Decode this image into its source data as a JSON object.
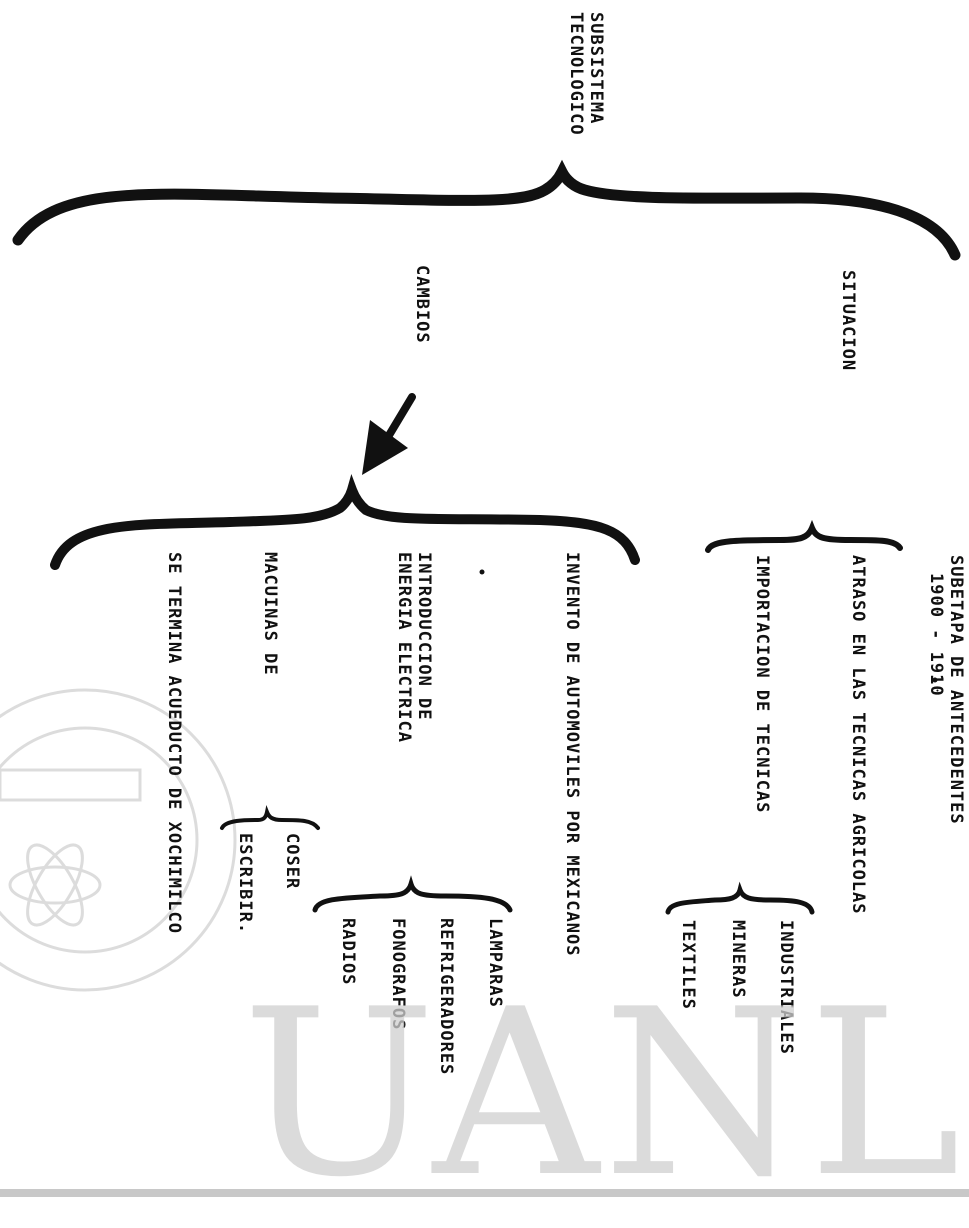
{
  "root": {
    "line1": "SUBSISTEMA",
    "line2": "TECNOLOGICO"
  },
  "situacion": {
    "label": "SITUACION",
    "subtitle_line1": "SUBETAPA DE ANTECEDENTES",
    "subtitle_line2": "1900 - 1910",
    "items": [
      "ATRASO EN LAS TECNICAS AGRICOLAS",
      "IMPORTACION DE TECNICAS"
    ],
    "sub_items": [
      "INDUSTRIALES",
      "MINERAS",
      "TEXTILES"
    ]
  },
  "cambios": {
    "label": "CAMBIOS",
    "items": {
      "automoviles": "INVENTO DE AUTOMOVILES POR MEXICANOS",
      "energia_line1": "INTRODUCCION DE",
      "energia_line2": "ENERGIA ELECTRICA",
      "maquinas": "MACUINAS DE",
      "acueducto": "SE TERMINA ACUEDUCTO DE XOCHIMILCO"
    },
    "energia_sub_items": [
      "LAMPARAS",
      "REFRIGERADORES",
      "FONOGRAFOS",
      "RADIOS"
    ],
    "maquinas_sub_items": [
      "COSER",
      "ESCRIBIR."
    ]
  },
  "watermark": {
    "text": "UANL"
  },
  "colors": {
    "ink": "#111111",
    "watermark": "#d0d0d0"
  }
}
